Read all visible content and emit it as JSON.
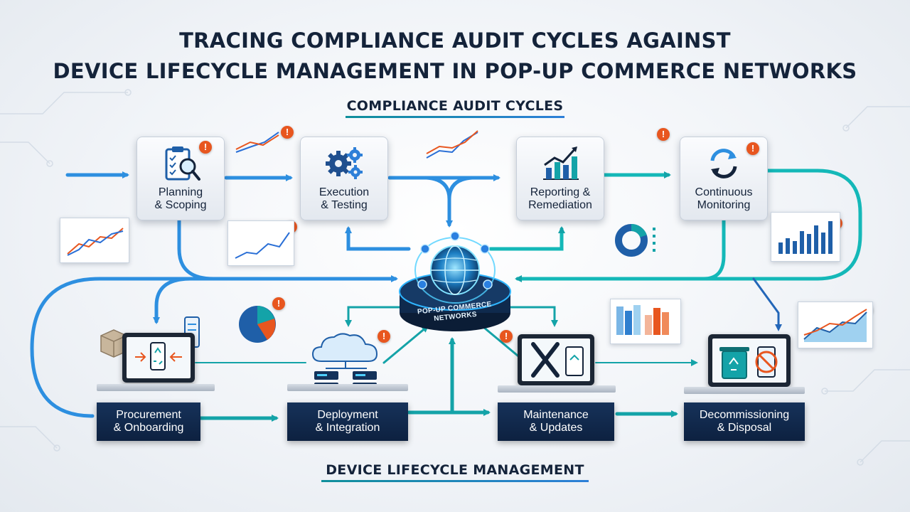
{
  "title": {
    "line1": "TRACING COMPLIANCE AUDIT CYCLES AGAINST",
    "line2": "DEVICE LIFECYCLE MANAGEMENT IN POP-UP COMMERCE NETWORKS"
  },
  "sections": {
    "audit_label": "COMPLIANCE AUDIT CYCLES",
    "lifecycle_label": "DEVICE LIFECYCLE MANAGEMENT"
  },
  "hub": {
    "label_line1": "POP-UP COMMERCE",
    "label_line2": "NETWORKS"
  },
  "audit_stages": [
    {
      "line1": "Planning",
      "line2": "& Scoping",
      "icon": "clipboard-magnifier-icon"
    },
    {
      "line1": "Execution",
      "line2": "& Testing",
      "icon": "gears-icon"
    },
    {
      "line1": "Reporting &",
      "line2": "Remediation",
      "icon": "rising-bar-chart-icon"
    },
    {
      "line1": "Continuous",
      "line2": "Monitoring",
      "icon": "sync-arrows-icon"
    }
  ],
  "lifecycle_stages": [
    {
      "line1": "Procurement",
      "line2": "& Onboarding",
      "icon": "laptop-recycle-icon"
    },
    {
      "line1": "Deployment",
      "line2": "& Integration",
      "icon": "cloud-servers-icon"
    },
    {
      "line1": "Maintenance",
      "line2": "& Updates",
      "icon": "wrench-screwdriver-icon"
    },
    {
      "line1": "Decommissioning",
      "line2": "& Disposal",
      "icon": "recycle-bin-icon"
    }
  ],
  "alert_symbol": "!",
  "colors": {
    "navy": "#14233a",
    "flow_blue": "#2d8fe0",
    "flow_teal": "#14a3a8",
    "alert_orange": "#e8561f",
    "label_navy": "#0d2140"
  }
}
